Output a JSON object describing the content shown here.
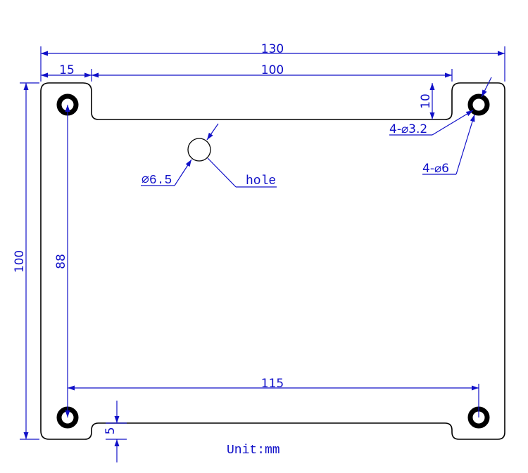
{
  "drawing": {
    "overall_width": "130",
    "slot_offset": "15",
    "slot_width": "100",
    "slot_depth": "10",
    "small_hole_note": "4-⌀3.2",
    "washer_note": "4-⌀6",
    "hole_diameter": "⌀6.5",
    "hole_label": "hole",
    "overall_height": "100",
    "hole_spacing_vertical": "88",
    "hole_spacing_horizontal": "115",
    "bottom_notch_depth": "5",
    "unit_note": "Unit:mm"
  },
  "colors": {
    "dimension": "#1010c8",
    "outline": "#000000",
    "hole_ring": "#000000"
  }
}
